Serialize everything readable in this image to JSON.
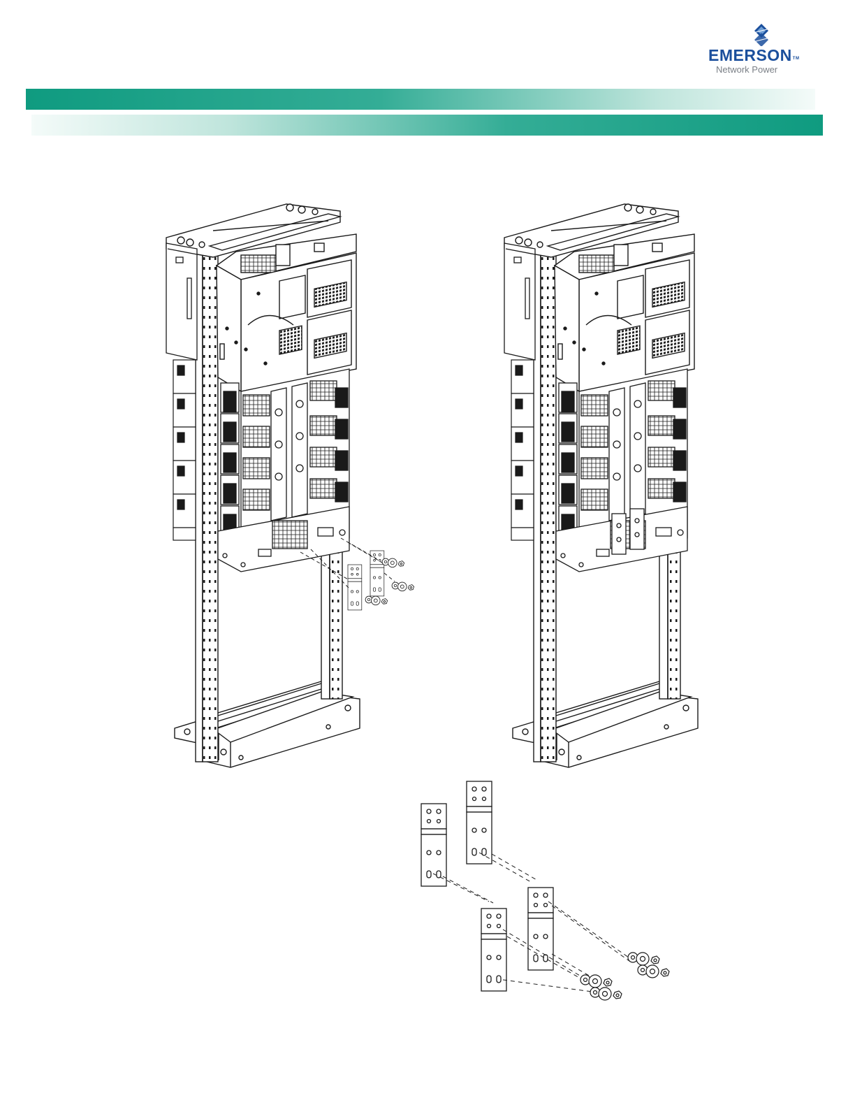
{
  "header": {
    "logo": {
      "brand": "EMERSON",
      "trademark": "TM",
      "subtitle": "Network Power",
      "icon": "emerson-diamond-logo-icon"
    }
  },
  "colors": {
    "brand_blue": "#1b4f9c",
    "subtitle_gray": "#7a7f86",
    "band_teal": "#0f9b80",
    "band_light": "#f4fbf9",
    "line": "#1a1a1a"
  },
  "figures": {
    "rack_left": "relay-rack-with-busbar-kit-exploded-view",
    "rack_right": "relay-rack-with-busbar-kit-installed",
    "detail": "busbar-bracket-and-hardware-exploded-detail"
  }
}
